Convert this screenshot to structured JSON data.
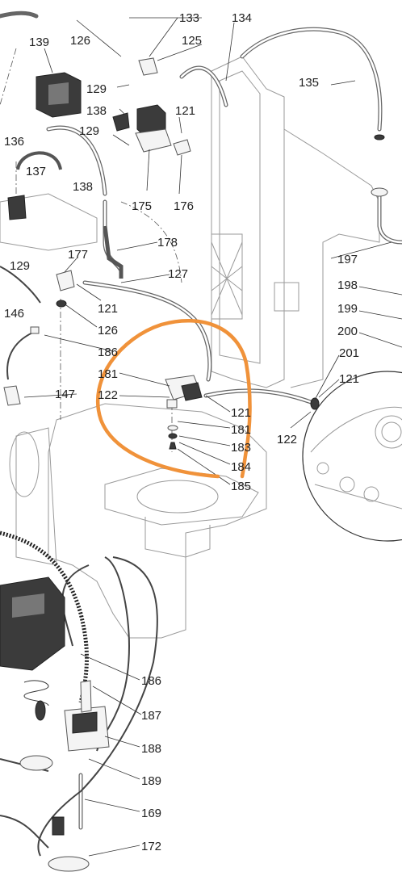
{
  "diagram": {
    "callouts": [
      {
        "id": "c133a",
        "text": "133"
      },
      {
        "id": "c134",
        "text": "134"
      },
      {
        "id": "c139",
        "text": "139"
      },
      {
        "id": "c126a",
        "text": "126"
      },
      {
        "id": "c125",
        "text": "125"
      },
      {
        "id": "c135",
        "text": "135"
      },
      {
        "id": "c129a",
        "text": "129"
      },
      {
        "id": "c138a",
        "text": "138"
      },
      {
        "id": "c121a",
        "text": "121"
      },
      {
        "id": "c129b",
        "text": "129"
      },
      {
        "id": "c136",
        "text": "136"
      },
      {
        "id": "c137",
        "text": "137"
      },
      {
        "id": "c138b",
        "text": "138"
      },
      {
        "id": "c175",
        "text": "175"
      },
      {
        "id": "c176",
        "text": "176"
      },
      {
        "id": "c178",
        "text": "178"
      },
      {
        "id": "c197",
        "text": "197"
      },
      {
        "id": "c129c",
        "text": "129"
      },
      {
        "id": "c177",
        "text": "177"
      },
      {
        "id": "c127",
        "text": "127"
      },
      {
        "id": "c198",
        "text": "198"
      },
      {
        "id": "c121b",
        "text": "121"
      },
      {
        "id": "c146",
        "text": "146"
      },
      {
        "id": "c199",
        "text": "199"
      },
      {
        "id": "c126b",
        "text": "126"
      },
      {
        "id": "c200",
        "text": "200"
      },
      {
        "id": "c186a",
        "text": "186"
      },
      {
        "id": "c201",
        "text": "201"
      },
      {
        "id": "c181a",
        "text": "181"
      },
      {
        "id": "c121c",
        "text": "121"
      },
      {
        "id": "c147",
        "text": "147"
      },
      {
        "id": "c122a",
        "text": "122"
      },
      {
        "id": "c121d",
        "text": "121"
      },
      {
        "id": "c181b",
        "text": "181"
      },
      {
        "id": "c122b",
        "text": "122"
      },
      {
        "id": "c183",
        "text": "183"
      },
      {
        "id": "c184",
        "text": "184"
      },
      {
        "id": "c185",
        "text": "185"
      },
      {
        "id": "c186b",
        "text": "186"
      },
      {
        "id": "c187",
        "text": "187"
      },
      {
        "id": "c188",
        "text": "188"
      },
      {
        "id": "c189",
        "text": "189"
      },
      {
        "id": "c169",
        "text": "169"
      },
      {
        "id": "c172",
        "text": "172"
      }
    ],
    "highlight_color": "#f0923a"
  }
}
